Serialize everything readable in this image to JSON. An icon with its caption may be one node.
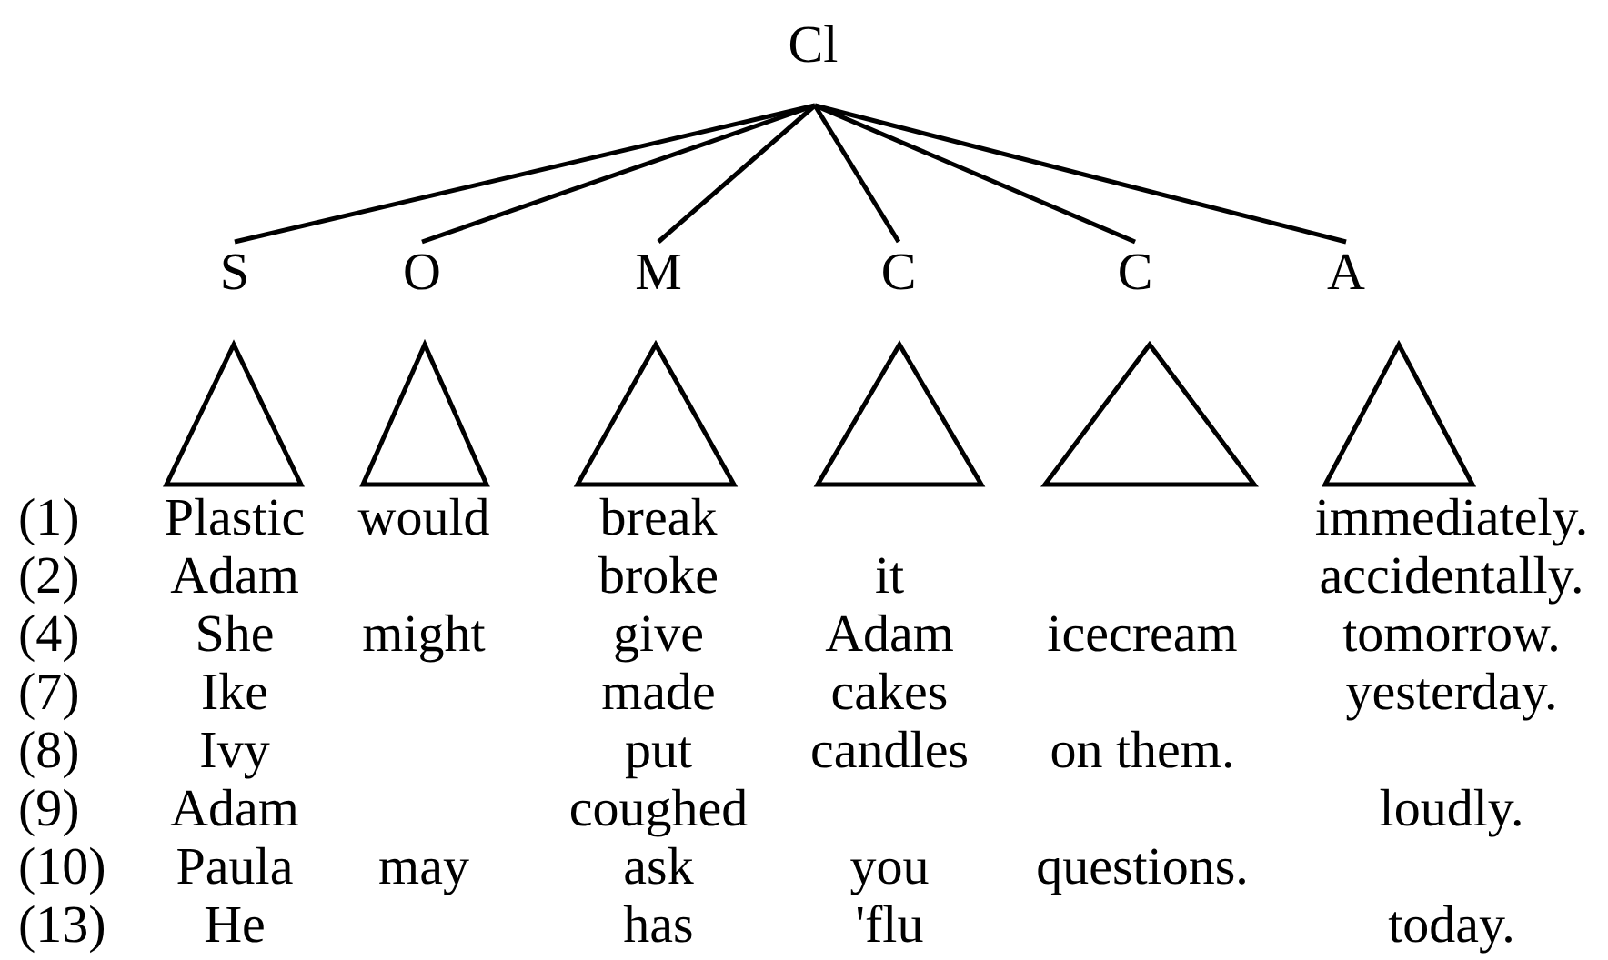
{
  "diagram": {
    "nodes": [
      {
        "text": [
          "Cl"
        ]
      },
      {
        "text": [
          "S"
        ]
      },
      {
        "text": [
          "O"
        ]
      },
      {
        "text": [
          "M"
        ]
      },
      {
        "text": [
          "C"
        ]
      },
      {
        "text": [
          "C"
        ]
      },
      {
        "text": [
          "A"
        ]
      },
      {
        "text": [],
        "shape": "triangle"
      },
      {
        "text": [],
        "shape": "triangle"
      },
      {
        "text": [],
        "shape": "triangle"
      },
      {
        "text": [],
        "shape": "triangle"
      },
      {
        "text": [],
        "shape": "triangle"
      },
      {
        "text": [],
        "shape": "triangle"
      }
    ],
    "edges": [
      {
        "from": 0,
        "to": 1,
        "arrow": "none"
      },
      {
        "from": 0,
        "to": 2,
        "arrow": "none"
      },
      {
        "from": 0,
        "to": 3,
        "arrow": "none"
      },
      {
        "from": 0,
        "to": 4,
        "arrow": "none"
      },
      {
        "from": 0,
        "to": 5,
        "arrow": "none"
      },
      {
        "from": 0,
        "to": 6,
        "arrow": "none"
      }
    ],
    "labels": [
      "(1)",
      "Plastic",
      "would",
      "break",
      "immediately.",
      "(2)",
      "Adam",
      "broke",
      "it",
      "accidentally.",
      "(4)",
      "She",
      "might",
      "give",
      "Adam",
      "icecream",
      "tomorrow.",
      "(7)",
      "Ike",
      "made",
      "cakes",
      "yesterday.",
      "(8)",
      "Ivy",
      "put",
      "candles",
      "on them.",
      "(9)",
      "Adam",
      "coughed",
      "loudly.",
      "(10)",
      "Paula",
      "may",
      "ask",
      "you",
      "questions.",
      "(13)",
      "He",
      "has",
      "'flu",
      "today."
    ]
  }
}
